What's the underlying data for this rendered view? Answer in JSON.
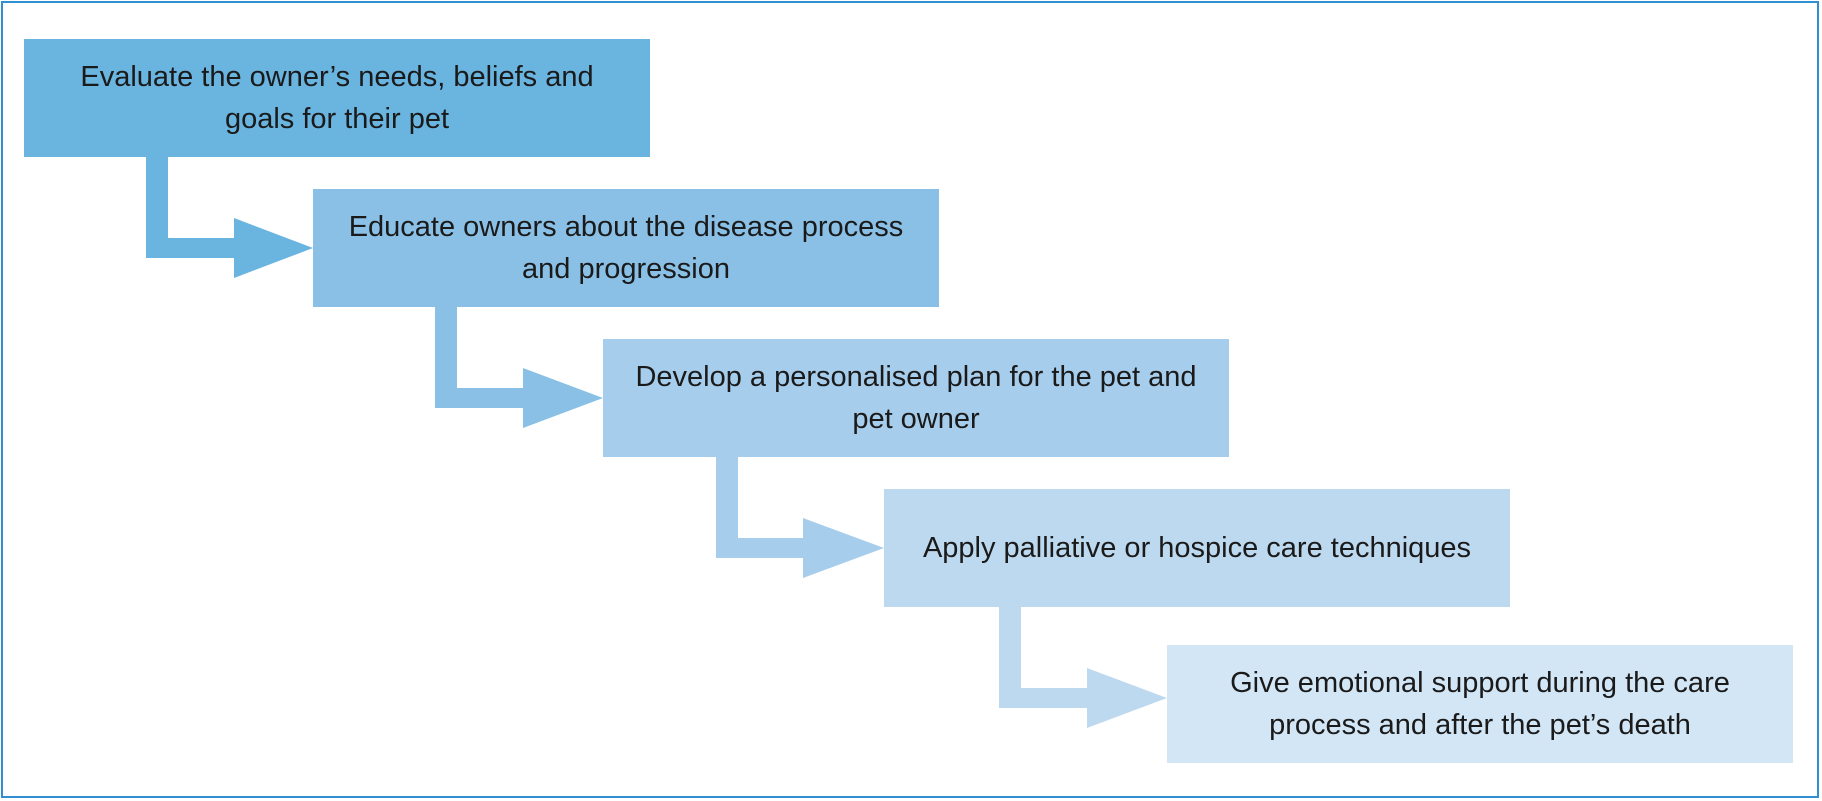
{
  "colors": {
    "frame_border": "#2f8fd0",
    "step_1": "#6ab4e0",
    "step_2": "#8ac0e6",
    "step_3": "#a7cdec",
    "step_4": "#bdd9f0",
    "step_5": "#d3e6f5",
    "text": "#1a1a1a"
  },
  "steps": [
    {
      "label": "Evaluate the owner’s needs, beliefs and goals for their pet"
    },
    {
      "label": "Educate owners about the disease process and progression"
    },
    {
      "label": "Develop a personalised plan for the pet and pet owner"
    },
    {
      "label": "Apply palliative or hospice care techniques"
    },
    {
      "label": "Give emotional support during the care process and after the pet’s death"
    }
  ]
}
